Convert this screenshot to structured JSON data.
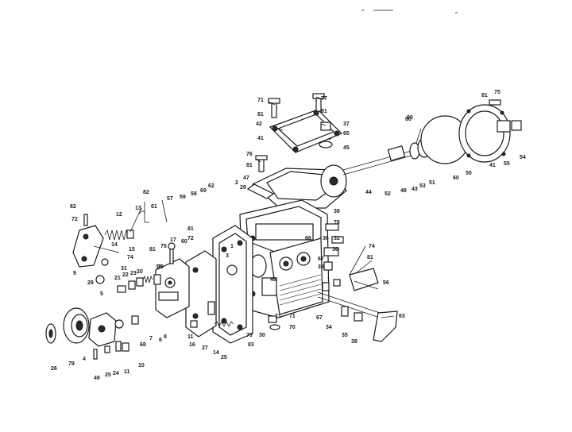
{
  "labels": [
    "71",
    "77",
    "81",
    "81",
    "42",
    "37",
    "41",
    "65",
    "45",
    "80",
    "81",
    "75",
    "76",
    "81",
    "47",
    "29",
    "2",
    "62",
    "69",
    "82",
    "57",
    "59",
    "58",
    "38",
    "78",
    "82",
    "72",
    "12",
    "13",
    "61",
    "81",
    "72",
    "36",
    "32",
    "66",
    "15",
    "74",
    "14",
    "9",
    "28",
    "81",
    "75",
    "60",
    "1",
    "18",
    "48",
    "33",
    "67",
    "74",
    "81",
    "56",
    "21",
    "22",
    "23",
    "20",
    "3",
    "71",
    "5",
    "8",
    "7",
    "6",
    "67",
    "34",
    "35",
    "38",
    "63",
    "73",
    "30",
    "83",
    "70",
    "71",
    "80",
    "44",
    "52",
    "48",
    "43",
    "53",
    "51",
    "60",
    "50",
    "41",
    "55",
    "54",
    "68",
    "17",
    "11",
    "27",
    "16",
    "14",
    "25",
    "26",
    "79",
    "4",
    "49",
    "25",
    "24",
    "11",
    "10",
    "19",
    "31",
    "36"
  ]
}
